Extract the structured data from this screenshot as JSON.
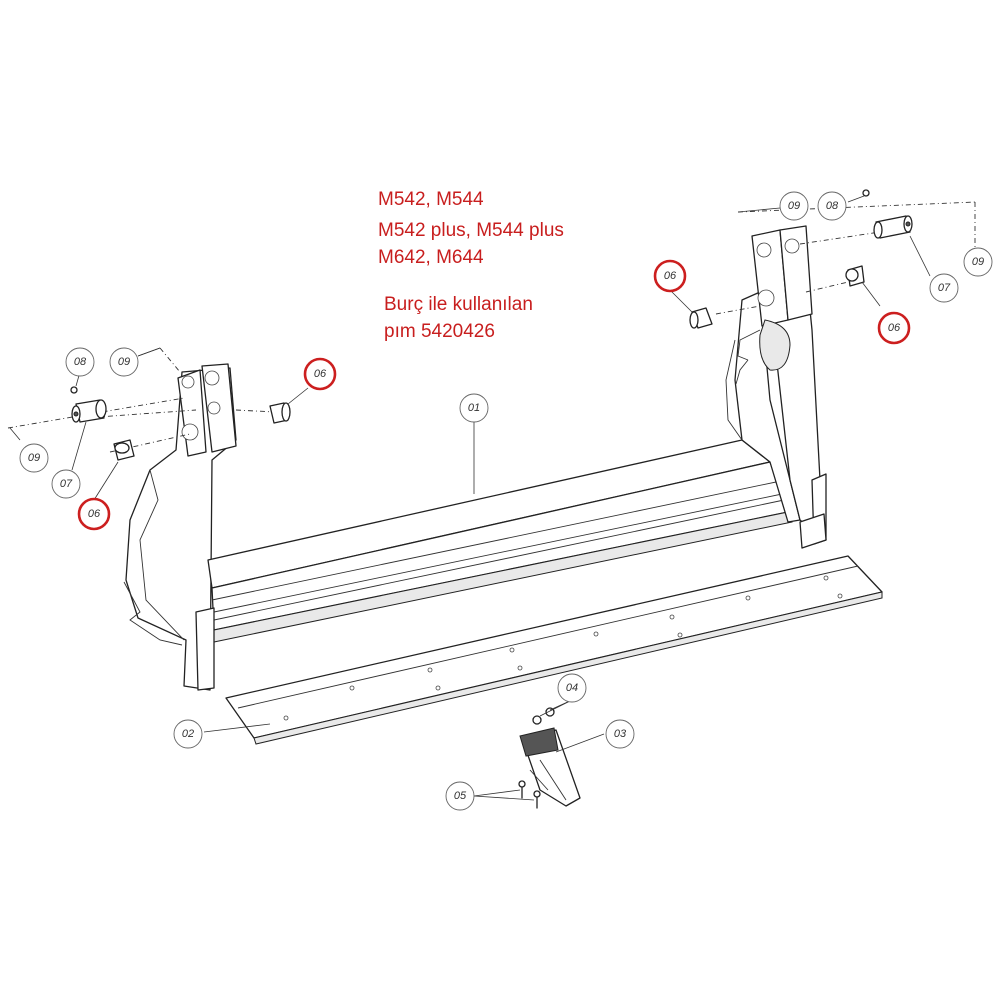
{
  "note": {
    "models_line_1": "M542, M544",
    "models_line_2": "M542 plus, M544 plus",
    "models_line_3": "M642, M644",
    "pin_line_1": "Burç ile kullanılan",
    "pin_line_2": "pım 5420426"
  },
  "callouts": {
    "c01": "01",
    "c02": "02",
    "c03": "03",
    "c04": "04",
    "c05": "05",
    "c06_left_upper": "06",
    "c06_left_lower": "06",
    "c06_right_upper": "06",
    "c06_right_lower": "06",
    "c07_left": "07",
    "c07_right": "07",
    "c08_left": "08",
    "c08_right": "08",
    "c09_left_top": "09",
    "c09_left_bottom": "09",
    "c09_right_top": "09",
    "c09_right_side": "09"
  },
  "colors": {
    "highlight": "#cc1f1f",
    "note_text": "#c81e1e",
    "linework": "#222222"
  }
}
